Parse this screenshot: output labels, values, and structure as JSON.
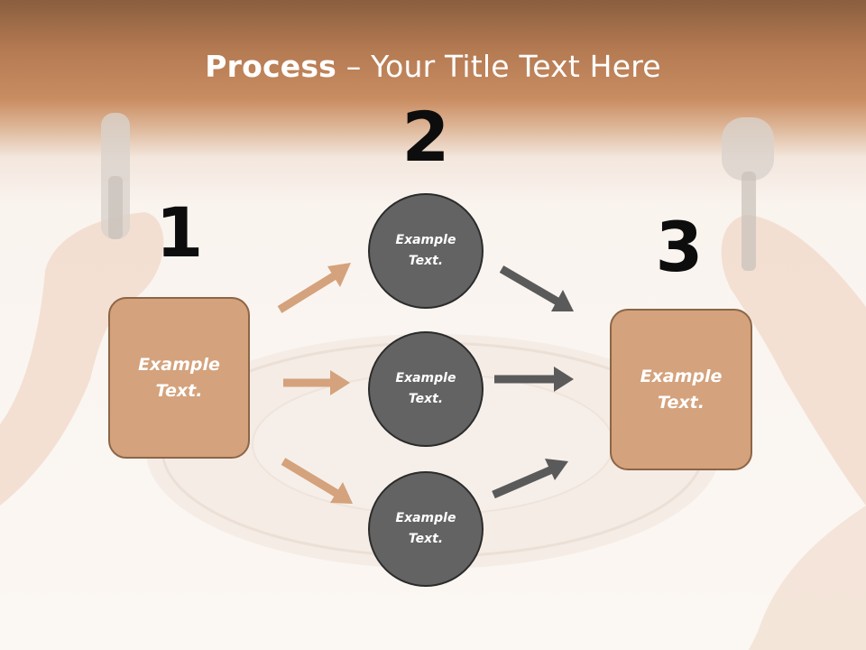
{
  "slide": {
    "title_bold": "Process",
    "title_rest": " – Your Title Text Here",
    "step_numbers": [
      "1",
      "2",
      "3"
    ],
    "left_box": "Example\nText.",
    "right_box": "Example\nText.",
    "circles": [
      "Example\nText.",
      "Example\nText.",
      "Example\nText."
    ]
  },
  "colors": {
    "header": "#c98d62",
    "box_fill": "#d4a27c",
    "box_border": "#8c6647",
    "circle_fill": "#636363",
    "circle_border": "#2b2b2b",
    "arrow_tan": "#d4a27c",
    "arrow_gray": "#5a5a5a"
  }
}
